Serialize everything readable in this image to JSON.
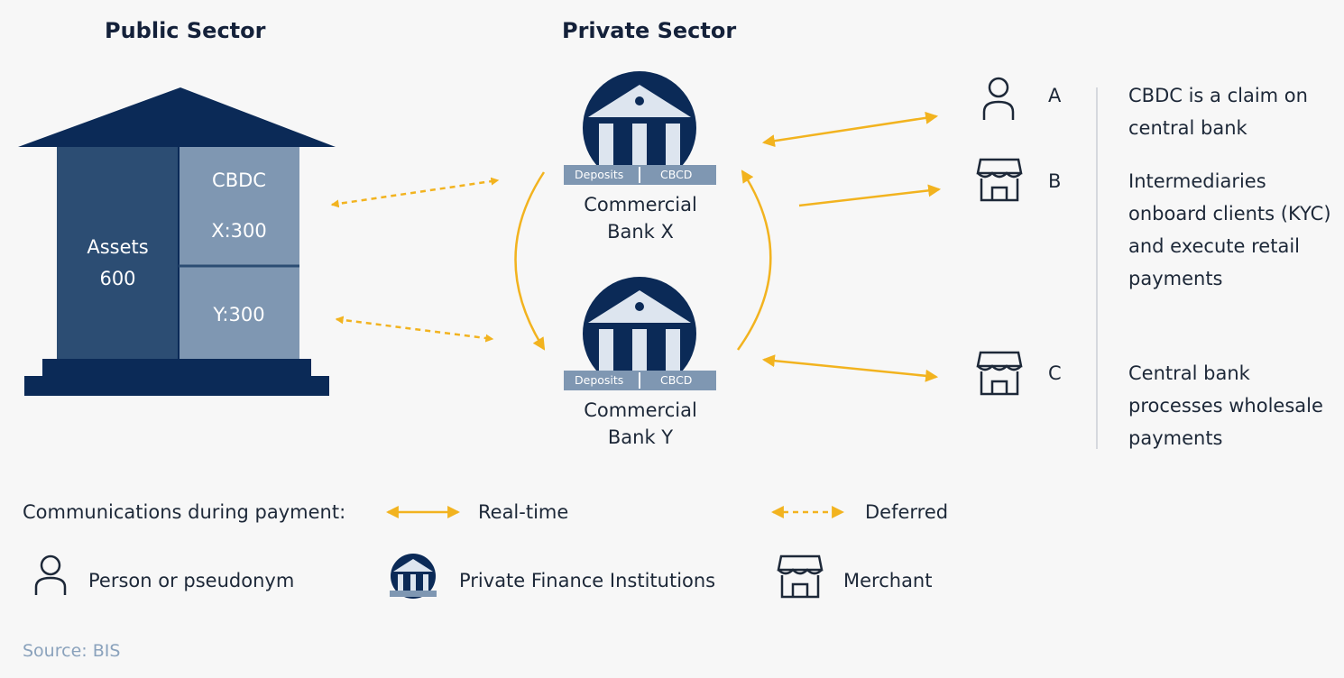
{
  "headings": {
    "public": "Public Sector",
    "private": "Private Sector"
  },
  "central_bank": {
    "assets_label": "Assets",
    "assets_value": "600",
    "cbdc_label": "CBDC",
    "x_value": "X:300",
    "y_value": "Y:300"
  },
  "banks": [
    {
      "name_line1": "Commercial",
      "name_line2": "Bank X",
      "strip_left": "Deposits",
      "strip_right": "CBCD"
    },
    {
      "name_line1": "Commercial",
      "name_line2": "Bank Y",
      "strip_left": "Deposits",
      "strip_right": "CBCD"
    }
  ],
  "participants": [
    {
      "letter": "A",
      "icon": "person-icon",
      "desc": [
        "CBDC is a claim on",
        "central bank"
      ]
    },
    {
      "letter": "B",
      "icon": "merchant-icon",
      "desc": [
        "Intermediaries",
        "onboard clients (KYC)",
        "and execute retail",
        "payments"
      ]
    },
    {
      "letter": "C",
      "icon": "merchant-icon",
      "desc": [
        "Central bank",
        "processes wholesale",
        "payments"
      ]
    }
  ],
  "legend": {
    "communications_label": "Communications during payment:",
    "realtime_label": "Real-time",
    "deferred_label": "Deferred",
    "person_label": "Person or pseudonym",
    "institution_label": "Private Finance Institutions",
    "merchant_label": "Merchant"
  },
  "source": "Source: BIS",
  "colors": {
    "navy": "#0b2a57",
    "slate": "#7f97b2",
    "arrow": "#f2b31f",
    "background": "#f7f7f7"
  }
}
